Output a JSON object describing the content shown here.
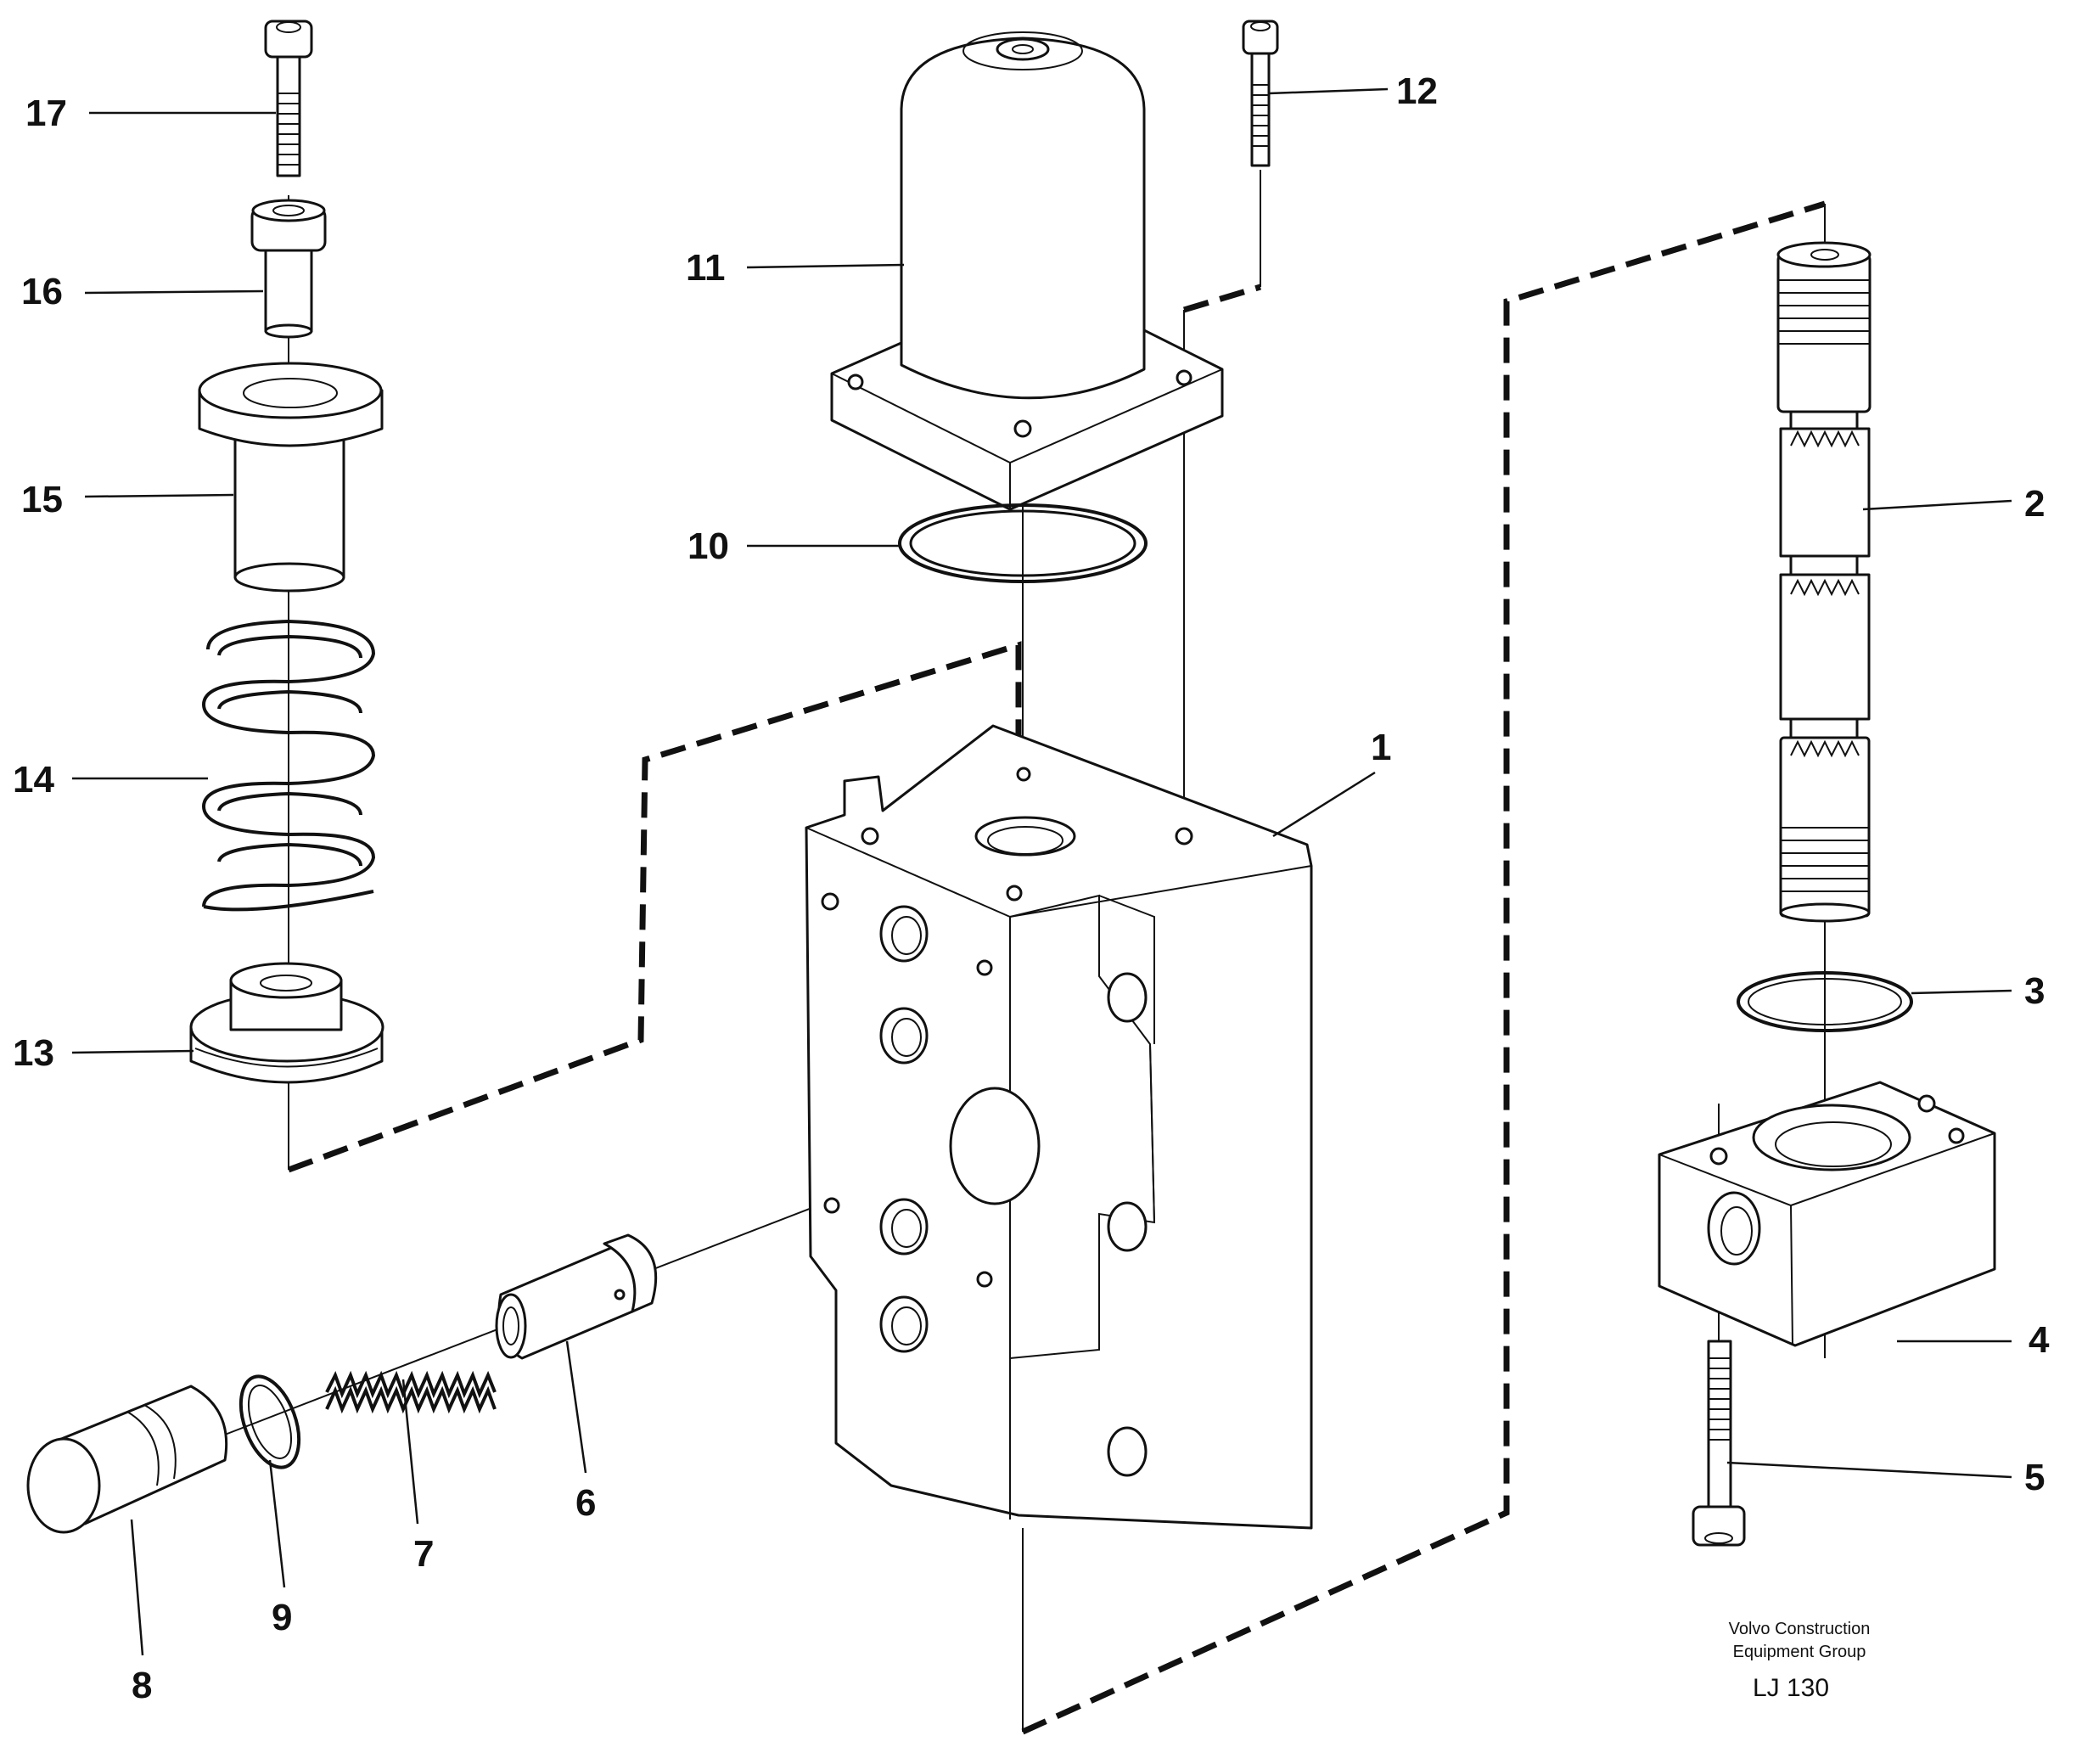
{
  "callouts": [
    {
      "id": "1",
      "label": "1"
    },
    {
      "id": "2",
      "label": "2"
    },
    {
      "id": "3",
      "label": "3"
    },
    {
      "id": "4",
      "label": "4"
    },
    {
      "id": "5",
      "label": "5"
    },
    {
      "id": "6",
      "label": "6"
    },
    {
      "id": "7",
      "label": "7"
    },
    {
      "id": "8",
      "label": "8"
    },
    {
      "id": "9",
      "label": "9"
    },
    {
      "id": "10",
      "label": "10"
    },
    {
      "id": "11",
      "label": "11"
    },
    {
      "id": "12",
      "label": "12"
    },
    {
      "id": "13",
      "label": "13"
    },
    {
      "id": "14",
      "label": "14"
    },
    {
      "id": "15",
      "label": "15"
    },
    {
      "id": "16",
      "label": "16"
    },
    {
      "id": "17",
      "label": "17"
    }
  ],
  "credit": {
    "line1": "Volvo Construction",
    "line2": "Equipment Group",
    "code": "LJ 130"
  }
}
